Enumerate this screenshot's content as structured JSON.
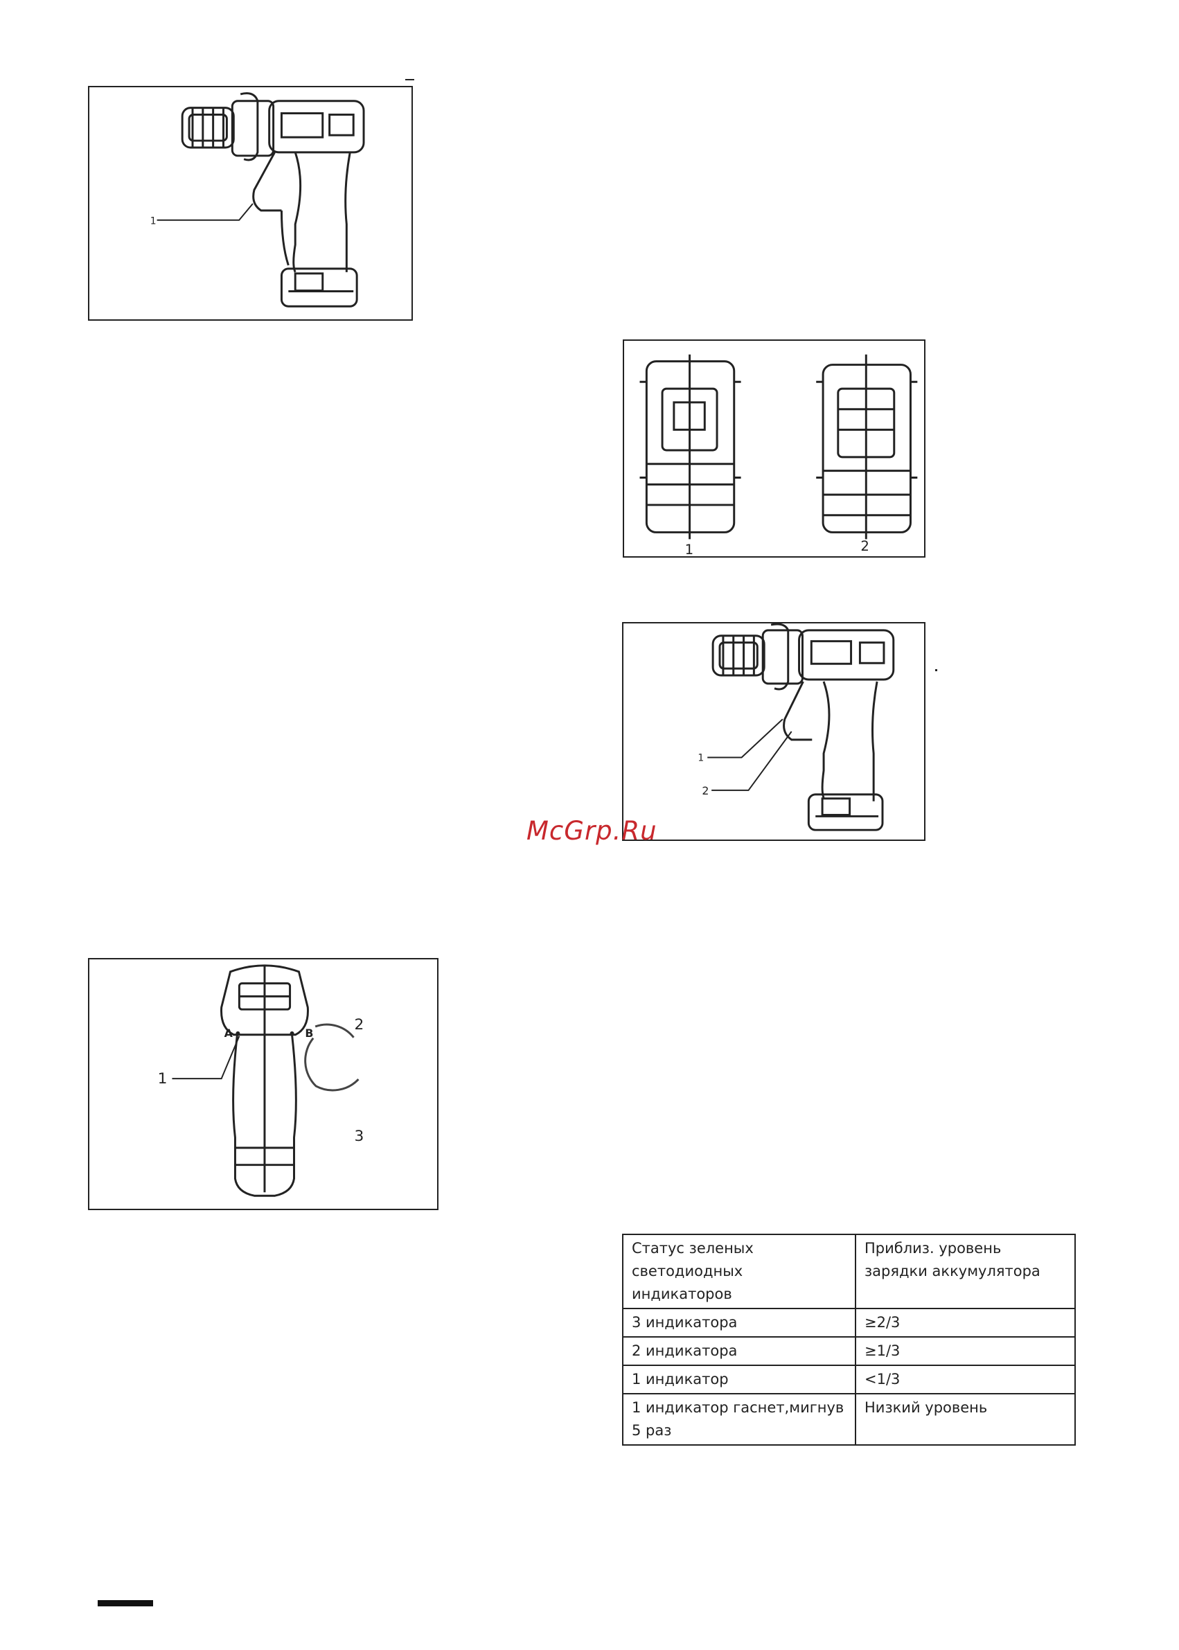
{
  "figures": {
    "fig_top_left": {
      "callouts": [
        "1"
      ]
    },
    "fig_battery": {
      "callouts": [
        "1",
        "2"
      ]
    },
    "fig_side": {
      "callouts": [
        "1",
        "2"
      ]
    },
    "fig_rear": {
      "callouts": [
        "1",
        "2",
        "3"
      ],
      "labels": [
        "A",
        "B"
      ]
    }
  },
  "watermark": "McGrp.Ru",
  "battery_table": {
    "header": [
      "Статус зеленых светодиодных индикаторов",
      "Приблиз. уровень зарядки аккумулятора"
    ],
    "rows": [
      [
        "3 индикатора",
        "≥2/3"
      ],
      [
        "2 индикатора",
        "≥1/3"
      ],
      [
        "1 индикатор",
        "<1/3"
      ],
      [
        "1 индикатор гаснет,мигнув 5 раз",
        "Низкий уровень"
      ]
    ]
  },
  "colors": {
    "watermark": "#c8282d",
    "line": "#222222"
  }
}
